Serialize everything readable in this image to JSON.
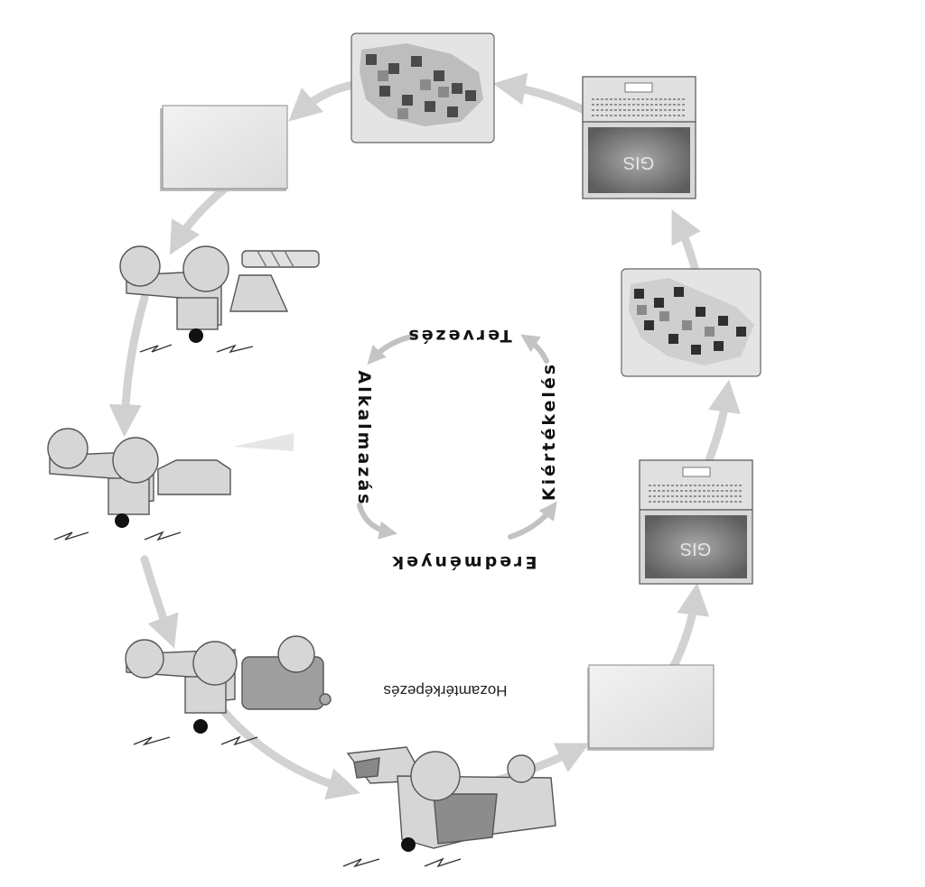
{
  "diagram": {
    "cycle_labels": {
      "planning": "Tervezés",
      "evaluation": "Kiértékelés",
      "results": "Eredmények",
      "application": "Alkalmazás"
    },
    "stage_label_yield_mapping": "Hozamtérképezés",
    "laptop_screen_text": "GIS",
    "colors": {
      "arrow": "#d4d4d4",
      "machine_body": "#d6d6d6",
      "machine_outline": "#555555",
      "map_dark": "#333333"
    },
    "icons": [
      "prescription-map-icon",
      "laptop-gis-icon",
      "yield-map-icon",
      "laptop-gis-icon",
      "document-icon",
      "combine-harvester-icon",
      "tractor-with-tank-icon",
      "tractor-with-sprayer-icon",
      "tractor-with-seeder-icon",
      "document-icon"
    ]
  }
}
